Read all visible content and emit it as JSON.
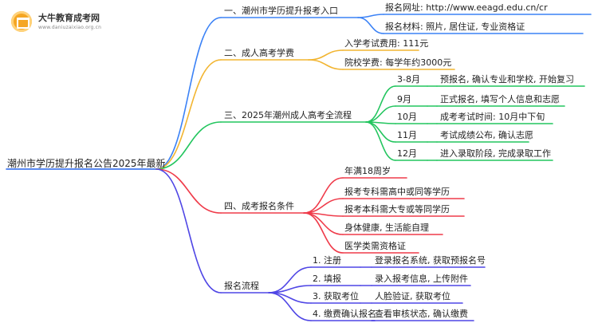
{
  "logo": {
    "title": "大牛教育成考网",
    "url": "www.daniuzaixiao.org.cn"
  },
  "root": "潮州市学历提升报名公告2025年最新",
  "branches": [
    {
      "label": "一、潮州市学历提升报考入口",
      "color": "#3b82f6",
      "children": [
        {
          "label": "报名网址: http://www.eeagd.edu.cn/cr"
        },
        {
          "label": "报名材料: 照片, 居住证, 专业资格证"
        }
      ]
    },
    {
      "label": "二、成人高考学费",
      "color": "#f2b531",
      "children": [
        {
          "label": "入学考试费用: 111元"
        },
        {
          "label": "院校学费: 每学年约3000元"
        }
      ]
    },
    {
      "label": "三、2025年潮州成人高考全流程",
      "color": "#22c55e",
      "children": [
        {
          "label": "3-8月",
          "detail": "预报名, 确认专业和学校, 开始复习"
        },
        {
          "label": "9月",
          "detail": "正式报名, 填写个人信息和志愿"
        },
        {
          "label": "10月",
          "detail": "成考考试时间: 10月中下旬"
        },
        {
          "label": "11月",
          "detail": "考试成绩公布, 确认志愿"
        },
        {
          "label": "12月",
          "detail": "进入录取阶段, 完成录取工作"
        }
      ]
    },
    {
      "label": "四、成考报名条件",
      "color": "#ef3b4a",
      "children": [
        {
          "label": "年满18周岁"
        },
        {
          "label": "报考专科需高中或同等学历"
        },
        {
          "label": "报考本科需大专或等同学历"
        },
        {
          "label": "身体健康, 生活能自理"
        },
        {
          "label": "医学类需资格证"
        }
      ]
    },
    {
      "label": "报名流程",
      "color": "#4f46e5",
      "children": [
        {
          "label": "1. 注册",
          "detail": "登录报名系统, 获取预报名号"
        },
        {
          "label": "2. 填报",
          "detail": "录入报考信息, 上传附件"
        },
        {
          "label": "3. 获取考位",
          "detail": "人脸验证, 获取考位"
        },
        {
          "label": "4. 缴费确认报名",
          "detail": "查看审核状态, 确认缴费"
        }
      ]
    }
  ]
}
